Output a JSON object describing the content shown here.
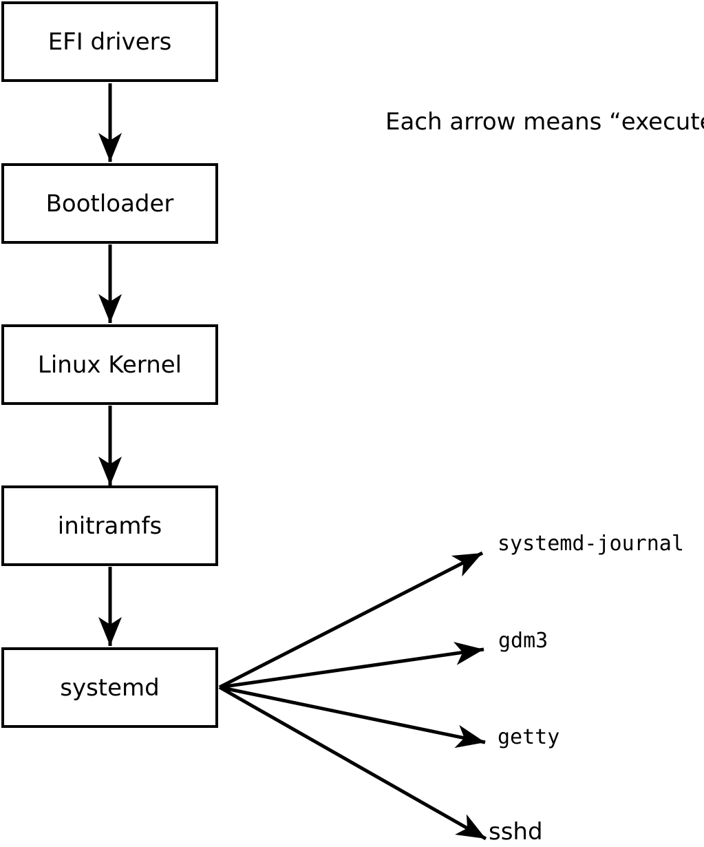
{
  "diagram": {
    "note": "Each arrow means “executes”.",
    "boxes": [
      {
        "id": "efi-drivers",
        "label": "EFI drivers"
      },
      {
        "id": "bootloader",
        "label": "Bootloader"
      },
      {
        "id": "linux-kernel",
        "label": "Linux Kernel"
      },
      {
        "id": "initramfs",
        "label": "initramfs"
      },
      {
        "id": "systemd",
        "label": "systemd"
      }
    ],
    "services": [
      {
        "id": "systemd-journal",
        "label": "systemd-journal"
      },
      {
        "id": "gdm3",
        "label": "gdm3"
      },
      {
        "id": "getty",
        "label": "getty"
      },
      {
        "id": "sshd",
        "label": "sshd"
      }
    ],
    "arrow_meaning": "executes",
    "colors": {
      "stroke": "#000000",
      "box_fill": "#ffffff",
      "background": "#ffffff",
      "text": "#000000"
    }
  }
}
